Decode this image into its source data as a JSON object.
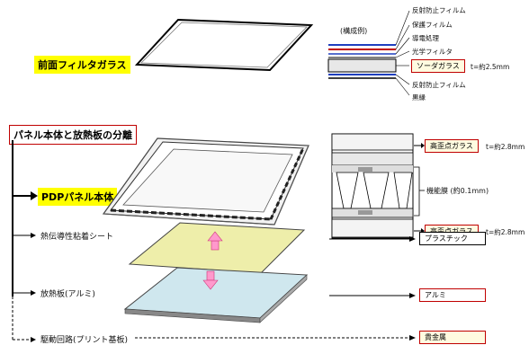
{
  "front_filter": {
    "title": "前面フィルタガラス",
    "example_label": "(構成例)",
    "layers_top": [
      "反射防止フィルム",
      "保護フィルム",
      "導電処理",
      "光学フィルタ"
    ],
    "glass_label": "ソーダガラス",
    "glass_thickness": "t=約2.5mm",
    "layers_bottom": [
      "反射防止フィルム",
      "黒縁"
    ]
  },
  "separation": {
    "title": "パネル本体と放熱板の分離"
  },
  "pdp": {
    "title": "PDPパネル本体",
    "top_glass": "高歪点ガラス",
    "top_thickness": "t=約2.8mm",
    "film_label": "機能膜 (約0.1mm)",
    "bottom_glass": "高歪点ガラス",
    "bottom_thickness": "t=約2.8mm"
  },
  "components": [
    {
      "label": "熱伝導性粘着シート",
      "material": "プラスチック",
      "color": "#eeeeaa"
    },
    {
      "label": "放熱板(アルミ)",
      "material": "アルミ",
      "color": "#cfe7ee"
    },
    {
      "label": "駆動回路(プリント基板)",
      "material": "貴金属"
    }
  ],
  "colors": {
    "highlight": "#ffff00",
    "accent_red": "#c00000",
    "arrow_pink": "#ff99cc"
  }
}
